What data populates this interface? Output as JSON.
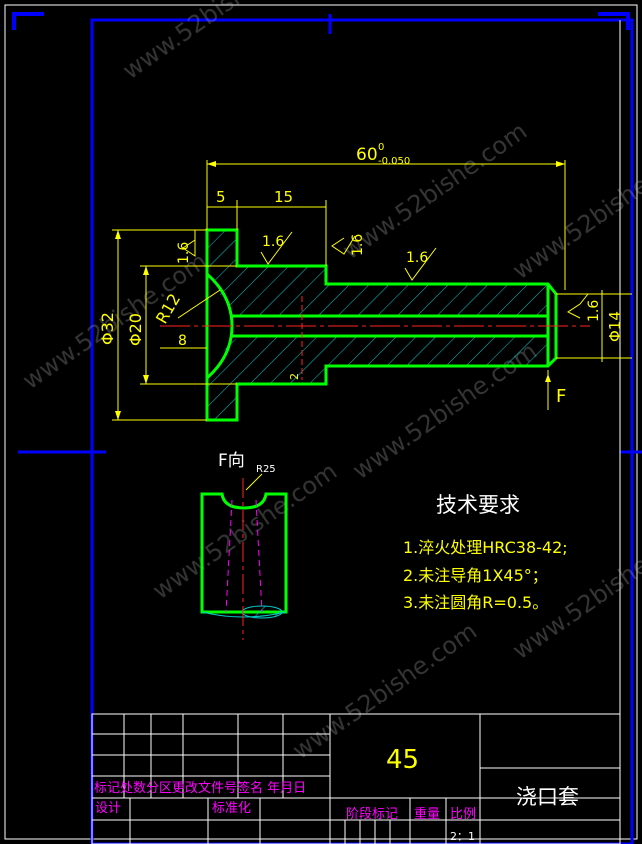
{
  "drawing": {
    "dimensions": {
      "overall_length": "60",
      "overall_tol_upper": "0",
      "overall_tol_lower": "-0.050",
      "flange_thickness": "5",
      "step_length": "15",
      "diameter_flange": "Φ32",
      "diameter_bore": "Φ20",
      "radius_cup": "R12",
      "depth_cup": "8",
      "diameter_end": "Φ14",
      "hole_dim": "2"
    },
    "roughness": [
      "1.6",
      "1.6",
      "1.6",
      "1.6",
      "1.6"
    ],
    "view_label": "F",
    "detail_view": {
      "title": "F向",
      "radius": "R25"
    },
    "notes": {
      "title": "技术要求",
      "items": [
        "1.淬火处理HRC38-42;",
        "2.未注导角1X45°；",
        "3.未注圆角R=0.5。"
      ]
    },
    "watermark": "www.52bishe.com"
  },
  "title_block": {
    "material": "45",
    "part_name": "浇口套",
    "header_row": "标记处数分区更改文件号签名 年月日",
    "design_label": "设计",
    "standard_label": "标准化",
    "stage_label": "阶段标记",
    "weight_label": "重量",
    "scale_label": "比例",
    "scale_value": "2：1"
  },
  "colors": {
    "background": "#000000",
    "frame": "#0000ff",
    "border": "#ffffff",
    "outline": "#00ff00",
    "dimension": "#ffff00",
    "section": "#00cccc",
    "centerline": "#ff2222",
    "hidden": "#ff00ff",
    "text": "#ffffff",
    "note_text": "#ffff00",
    "title_text": "#ff00ff"
  }
}
